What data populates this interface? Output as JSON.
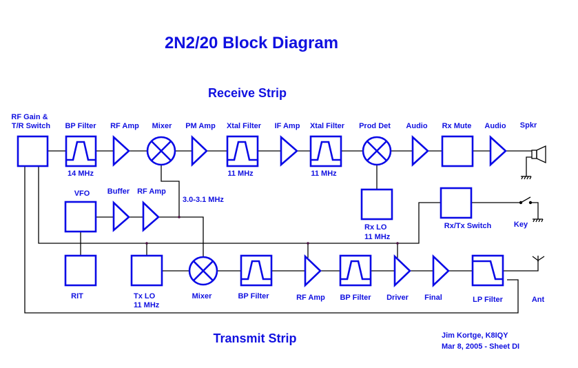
{
  "title": "2N2/20 Block Diagram",
  "receive_strip": {
    "heading": "Receive Strip",
    "blocks": [
      {
        "label": "RF Gain &",
        "label2": "T/R Switch",
        "kind": "box"
      },
      {
        "label": "BP Filter",
        "sub": "14 MHz",
        "kind": "bandpass"
      },
      {
        "label": "RF Amp",
        "kind": "amp"
      },
      {
        "label": "Mixer",
        "kind": "mixer"
      },
      {
        "label": "PM Amp",
        "kind": "amp"
      },
      {
        "label": "Xtal Filter",
        "sub": "11 MHz",
        "kind": "bandpass"
      },
      {
        "label": "IF Amp",
        "kind": "amp"
      },
      {
        "label": "Xtal Filter",
        "sub": "11 MHz",
        "kind": "bandpass"
      },
      {
        "label": "Prod Det",
        "kind": "mixer"
      },
      {
        "label": "Audio",
        "kind": "amp"
      },
      {
        "label": "Rx Mute",
        "kind": "box"
      },
      {
        "label": "Audio",
        "kind": "amp"
      },
      {
        "label": "Spkr",
        "kind": "speaker"
      }
    ]
  },
  "middle": {
    "vfo": "VFO",
    "buffer": "Buffer",
    "rf_amp": "RF Amp",
    "vfo_freq": "3.0-3.1 MHz",
    "rx_lo": "Rx LO",
    "rx_lo_freq": "11 MHz",
    "rxtx_switch": "Rx/Tx Switch",
    "key": "Key"
  },
  "transmit_strip": {
    "heading": "Transmit Strip",
    "blocks": [
      {
        "label": "RIT",
        "kind": "box"
      },
      {
        "label": "Tx LO",
        "sub": "11 MHz",
        "kind": "box"
      },
      {
        "label": "Mixer",
        "kind": "mixer"
      },
      {
        "label": "BP Filter",
        "kind": "bandpass"
      },
      {
        "label": "RF Amp",
        "kind": "amp"
      },
      {
        "label": "BP Filter",
        "kind": "bandpass"
      },
      {
        "label": "Driver",
        "kind": "amp"
      },
      {
        "label": "Final",
        "kind": "amp"
      },
      {
        "label": "LP Filter",
        "kind": "lowpass"
      },
      {
        "label": "Ant",
        "kind": "antenna"
      }
    ]
  },
  "credits": {
    "author": "Jim Kortge, K8IQY",
    "date": "Mar 8, 2005 - Sheet DI"
  }
}
